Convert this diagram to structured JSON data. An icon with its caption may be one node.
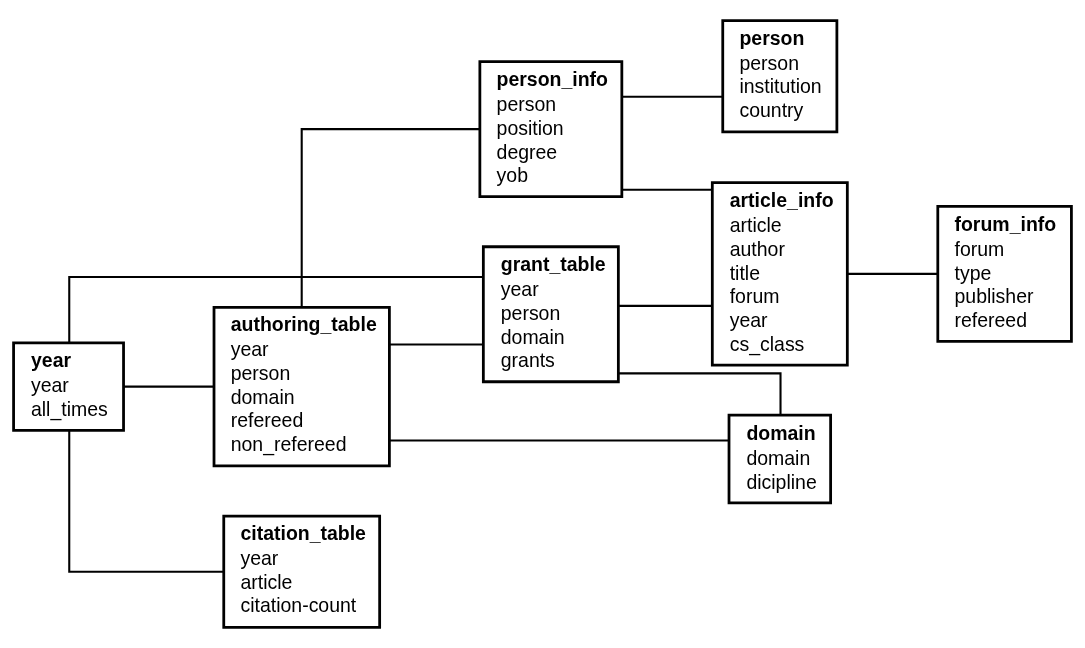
{
  "diagram": {
    "nodes": [
      {
        "text": [
          "year",
          "year",
          "all_times"
        ]
      },
      {
        "text": [
          "authoring_table",
          "year",
          "person",
          "domain",
          "refereed",
          "non_refereed"
        ]
      },
      {
        "text": [
          "person_info",
          "person",
          "position",
          "degree",
          "yob"
        ]
      },
      {
        "text": [
          "person",
          "person",
          "institution",
          "country"
        ]
      },
      {
        "text": [
          "domain",
          "domain",
          "dicipline"
        ]
      },
      {
        "text": [
          "grant_table",
          "year",
          "person",
          "domain",
          "grants"
        ]
      },
      {
        "text": [
          "article_info",
          "article",
          "author",
          "title",
          "forum",
          "year",
          "cs_class"
        ]
      },
      {
        "text": [
          "forum_info",
          "forum",
          "type",
          "publisher",
          "refereed"
        ]
      },
      {
        "text": [
          "citation_table",
          "year",
          "article",
          "citation-count"
        ]
      }
    ],
    "edges": [
      {
        "from": 0,
        "to": 1,
        "arrow": "none"
      },
      {
        "from": 0,
        "to": 5,
        "arrow": "none"
      },
      {
        "from": 1,
        "to": 5,
        "arrow": "none"
      },
      {
        "from": 0,
        "to": 8,
        "arrow": "none"
      },
      {
        "from": 1,
        "to": 4,
        "arrow": "none"
      },
      {
        "from": 5,
        "to": 4,
        "arrow": "none"
      },
      {
        "from": 1,
        "to": 2,
        "arrow": "none"
      },
      {
        "from": 2,
        "to": 3,
        "arrow": "none"
      },
      {
        "from": 2,
        "to": 6,
        "arrow": "none"
      },
      {
        "from": 5,
        "to": 6,
        "arrow": "none"
      },
      {
        "from": 6,
        "to": 7,
        "arrow": "none"
      }
    ]
  }
}
